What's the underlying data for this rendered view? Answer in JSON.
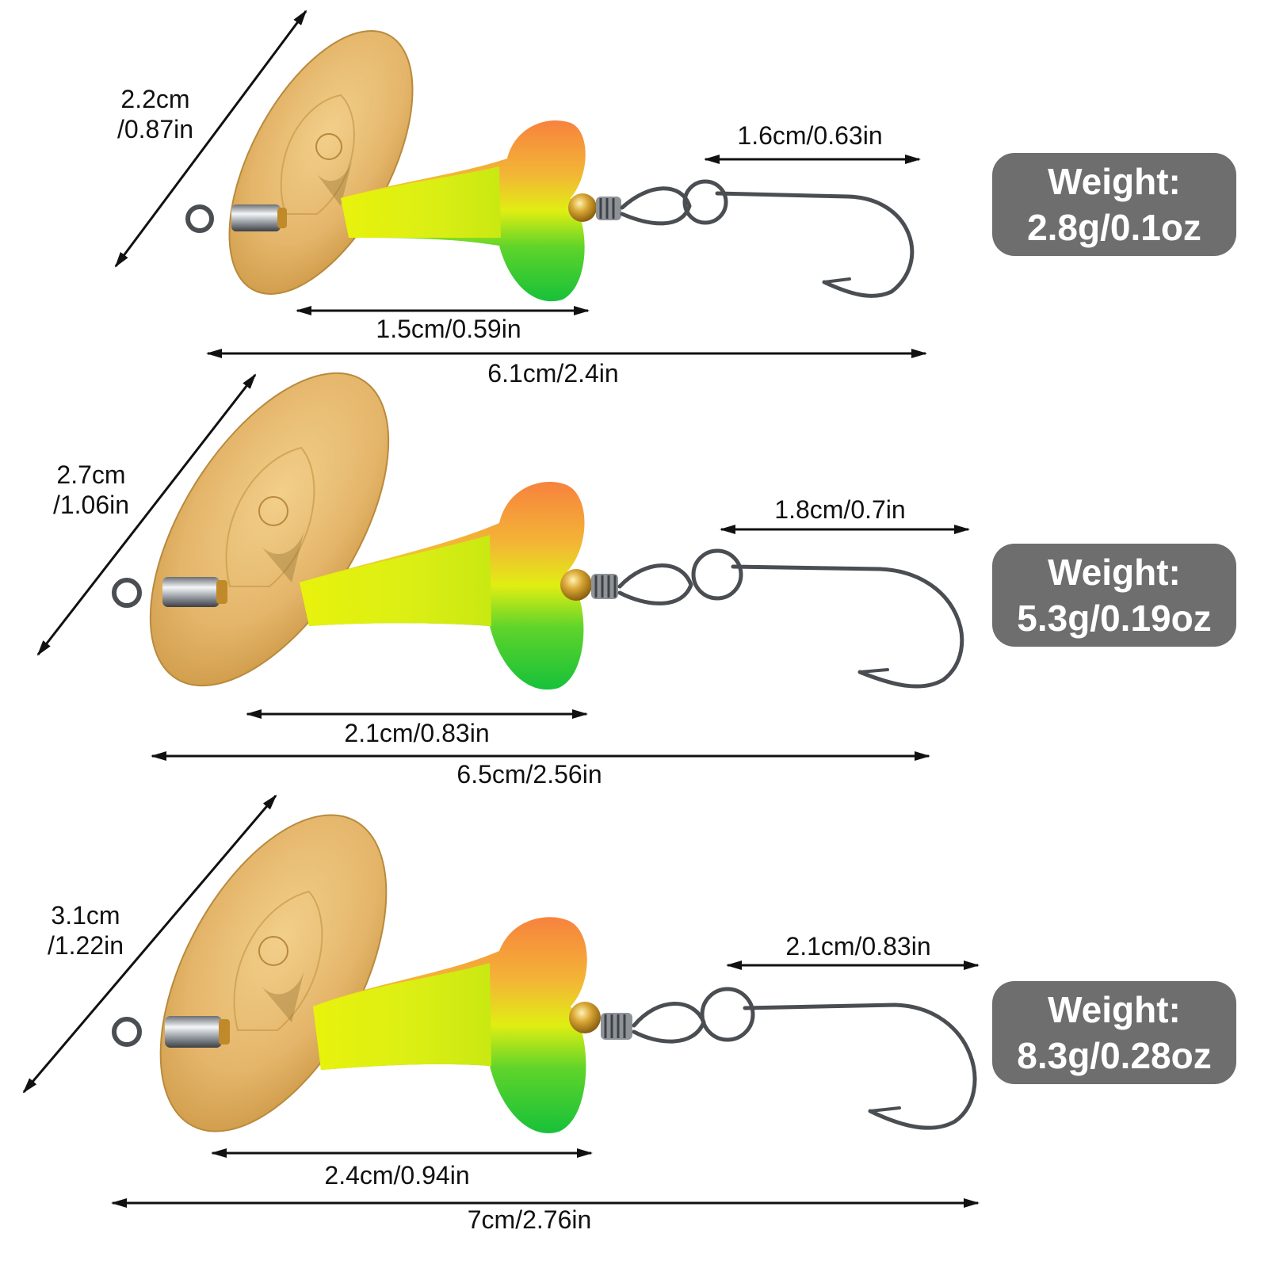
{
  "product": "inline spinner fishing lure size chart",
  "colors": {
    "badge_bg": "#6e6e6e",
    "badge_text": "#ffffff",
    "blade_gold": "#e6b86a",
    "body_yellow": "#e2f00a",
    "body_orange": "#f58a3a",
    "body_green": "#1fc93a",
    "dimension_lines": "#111111"
  },
  "lures": [
    {
      "blade_dim": {
        "cm": "2.2cm",
        "in": "/0.87in"
      },
      "hook_dim": "1.6cm/0.63in",
      "body_dim": "1.5cm/0.59in",
      "total_dim": "6.1cm/2.4in",
      "weight_label": "Weight:",
      "weight_value": "2.8g/0.1oz"
    },
    {
      "blade_dim": {
        "cm": "2.7cm",
        "in": "/1.06in"
      },
      "hook_dim": "1.8cm/0.7in",
      "body_dim": "2.1cm/0.83in",
      "total_dim": "6.5cm/2.56in",
      "weight_label": "Weight:",
      "weight_value": "5.3g/0.19oz"
    },
    {
      "blade_dim": {
        "cm": "3.1cm",
        "in": "/1.22in"
      },
      "hook_dim": "2.1cm/0.83in",
      "body_dim": "2.4cm/0.94in",
      "total_dim": "7cm/2.76in",
      "weight_label": "Weight:",
      "weight_value": "8.3g/0.28oz"
    }
  ]
}
